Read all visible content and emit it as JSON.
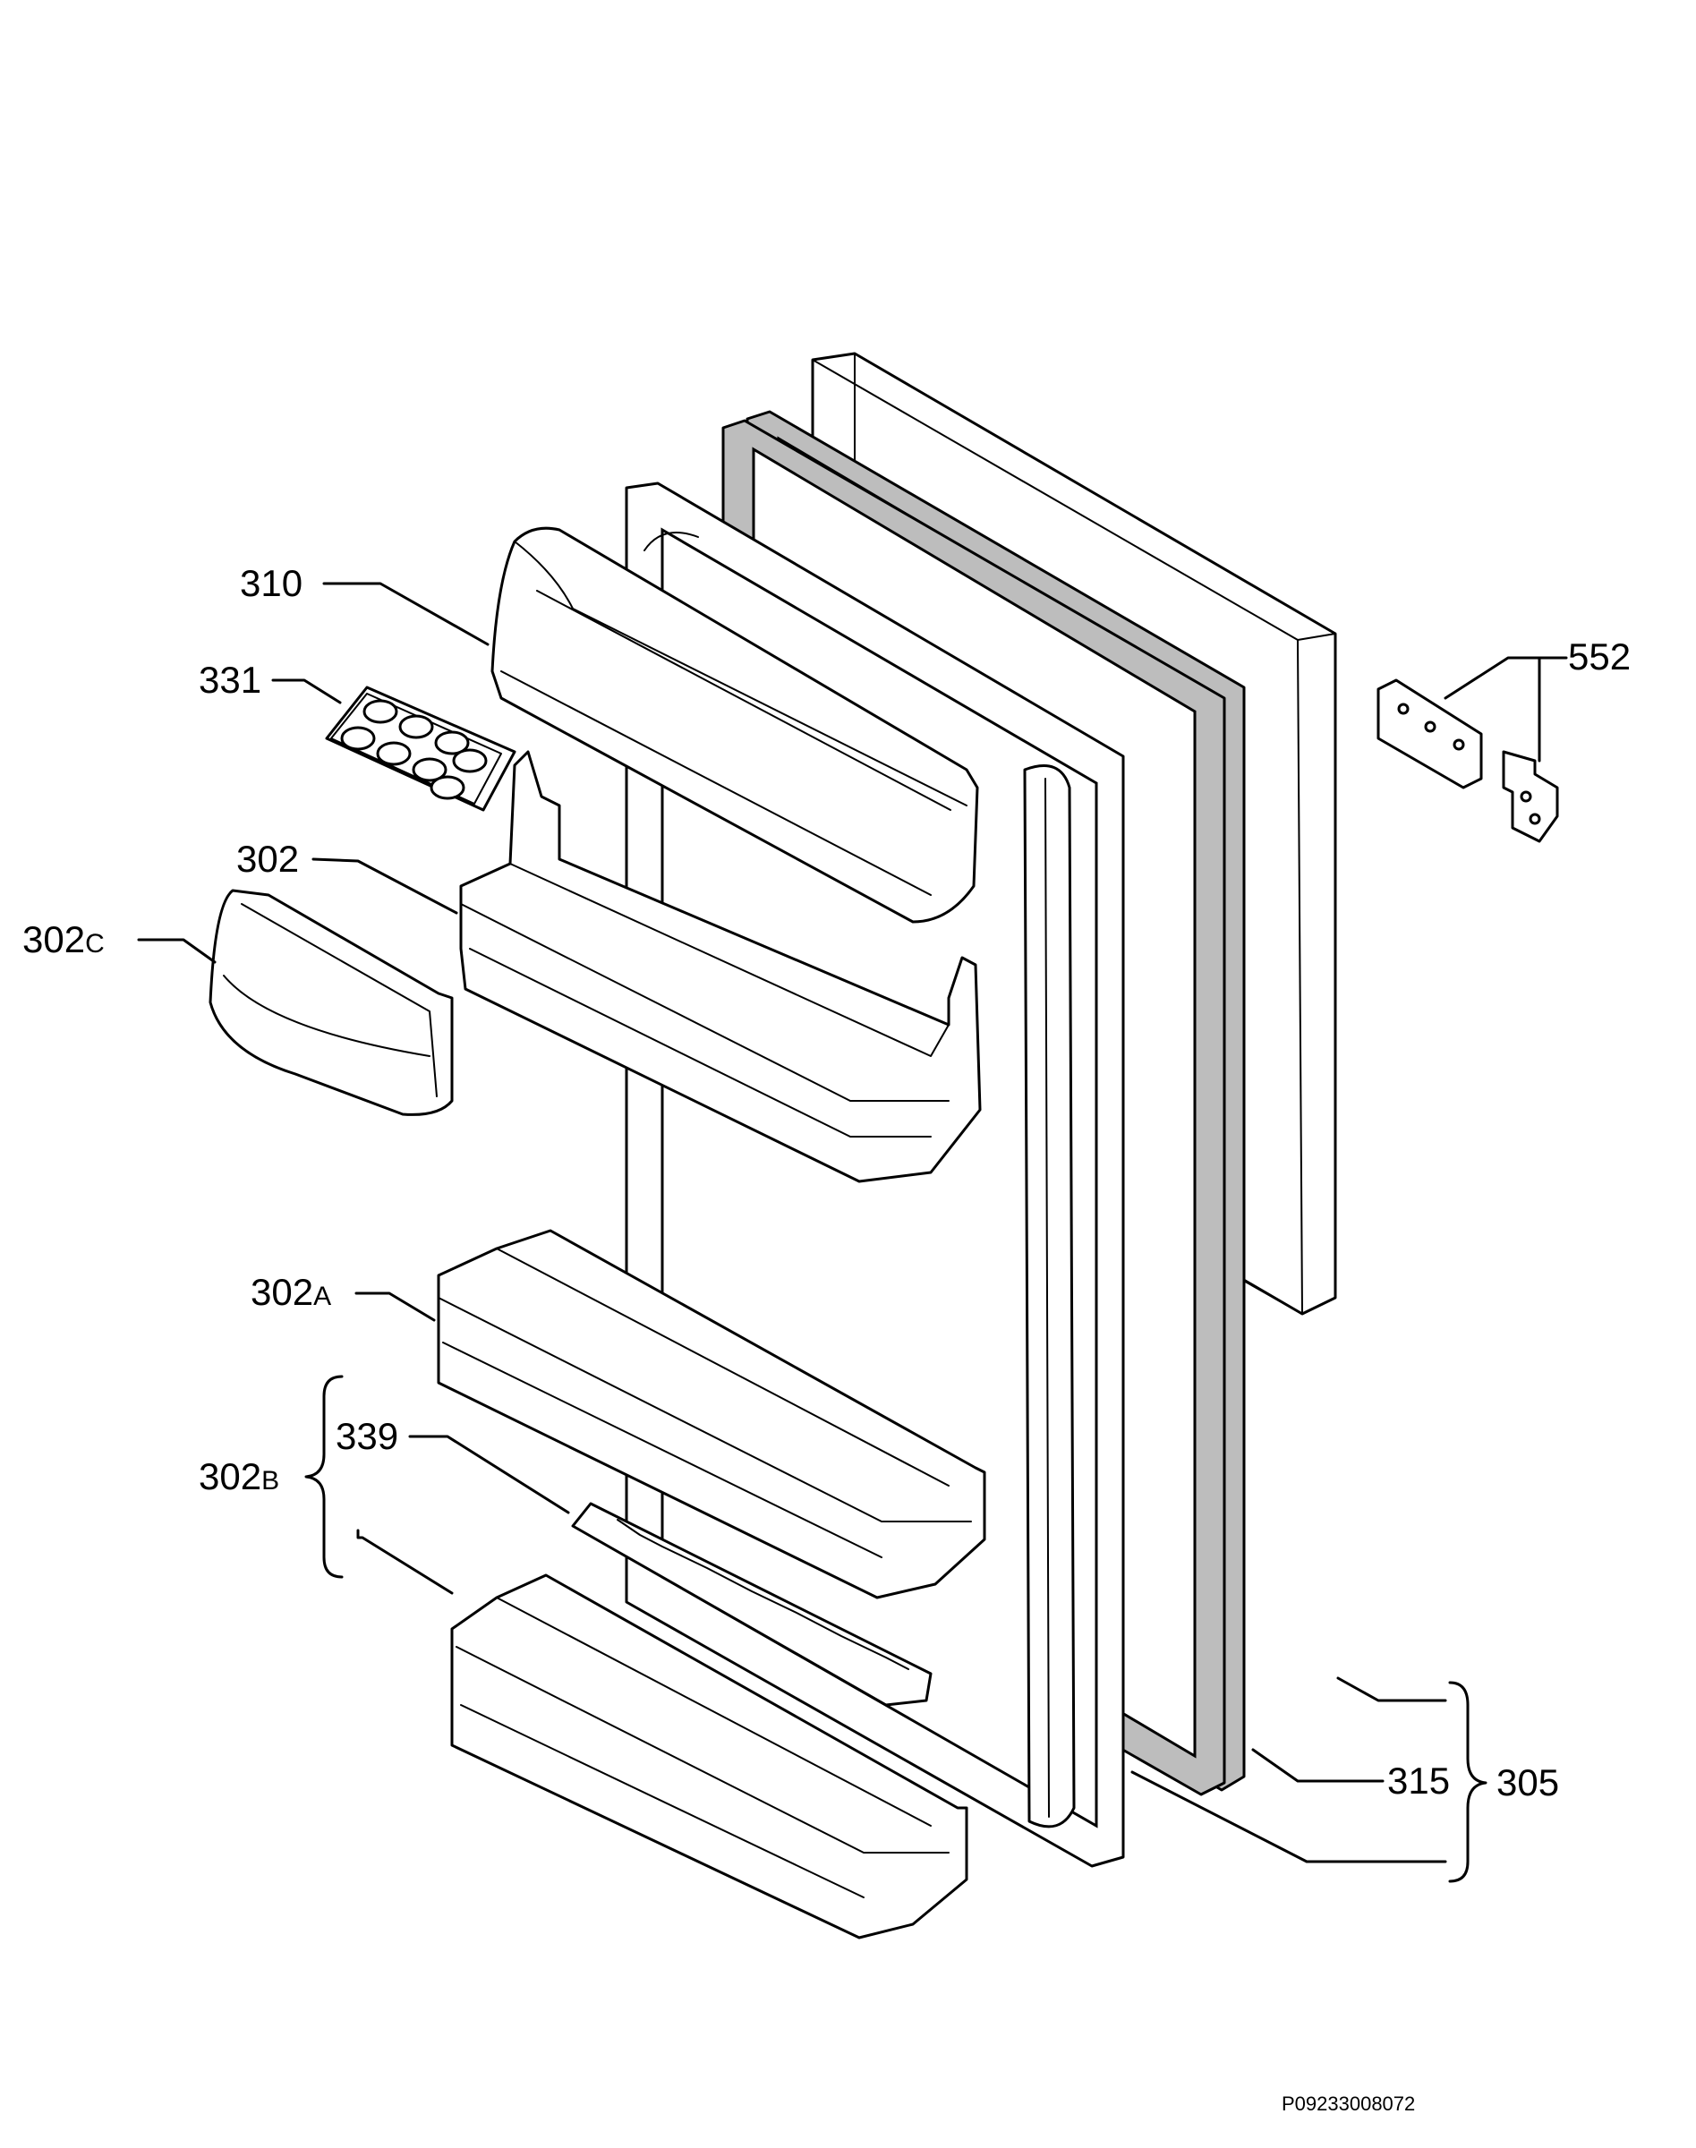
{
  "labels": {
    "p310": "310",
    "p331": "331",
    "p302": "302",
    "p302c": "302",
    "p302c_suffix": "C",
    "p302a": "302",
    "p302a_suffix": "A",
    "p302b": "302",
    "p302b_suffix": "B",
    "p339": "339",
    "p552": "552",
    "p315": "315",
    "p305": "305"
  },
  "reference": "P09233008072"
}
